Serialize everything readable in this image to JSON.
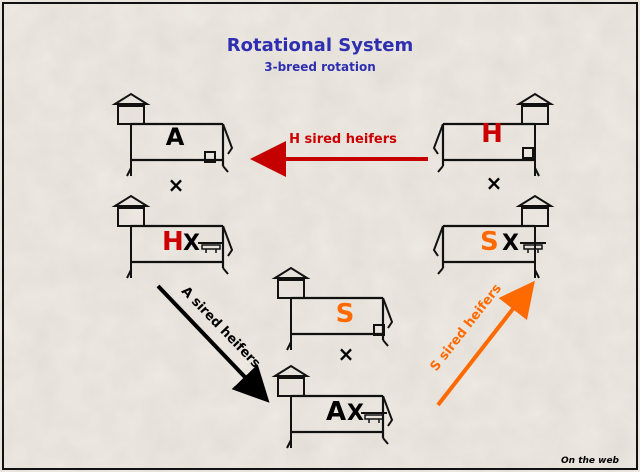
{
  "title": "Rotational System",
  "subtitle": "3-breed rotation",
  "footer": "On the web",
  "cows": {
    "top_left": {
      "label": "A"
    },
    "top_right": {
      "label": "H"
    },
    "mid_left": {
      "label": "H",
      "cross": "X"
    },
    "mid_right": {
      "label": "S",
      "cross": "X"
    },
    "center_top": {
      "label": "S"
    },
    "center_bottom": {
      "label": "A",
      "cross": "X"
    }
  },
  "crosses": [
    "×",
    "×",
    "×"
  ],
  "arrows": {
    "h_sired": "H sired heifers",
    "a_sired": "A sired heifers",
    "s_sired": "S sired heifers"
  },
  "colors": {
    "background": "#eeeae4",
    "border": "#111111",
    "title": "#2d2fb0",
    "h": "#cc0000",
    "s": "#ff6a00",
    "a": "#000000",
    "arrow_h": "#c40000",
    "arrow_a": "#000000",
    "arrow_s": "#ff6a00"
  }
}
